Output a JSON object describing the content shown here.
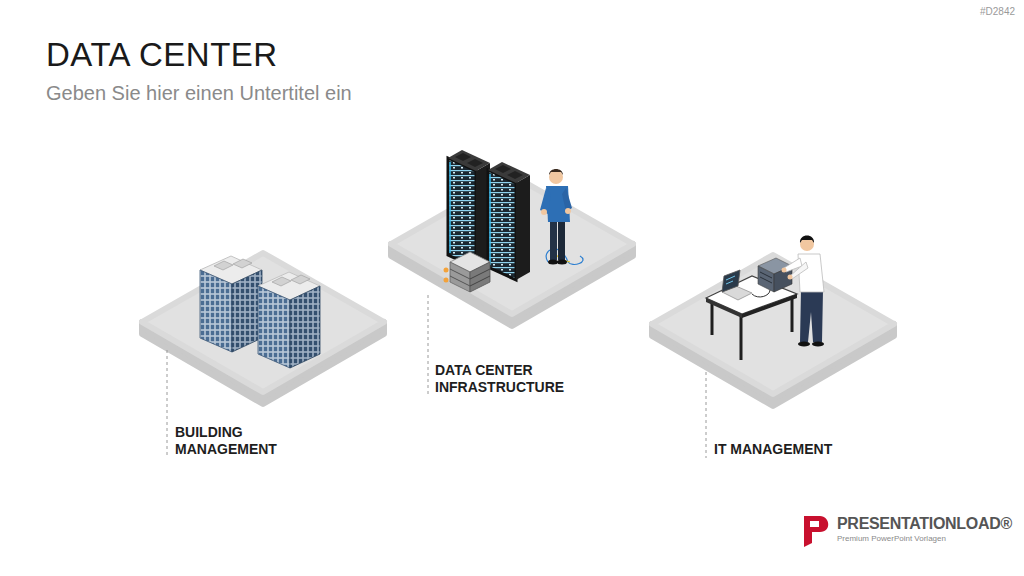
{
  "diagram": {
    "title": "DATA CENTER",
    "nodes": [
      {
        "text": [
          "BUILDING MANAGEMENT"
        ]
      },
      {
        "text": [
          "DATA CENTER INFRASTRUCTURE"
        ]
      },
      {
        "text": [
          "IT MANAGEMENT"
        ]
      }
    ],
    "labels": [
      "Geben Sie hier einen Untertitel ein",
      "#D2842",
      "PRESENTATIONLOAD®",
      "Premium PowerPoint Vorlagen"
    ]
  }
}
